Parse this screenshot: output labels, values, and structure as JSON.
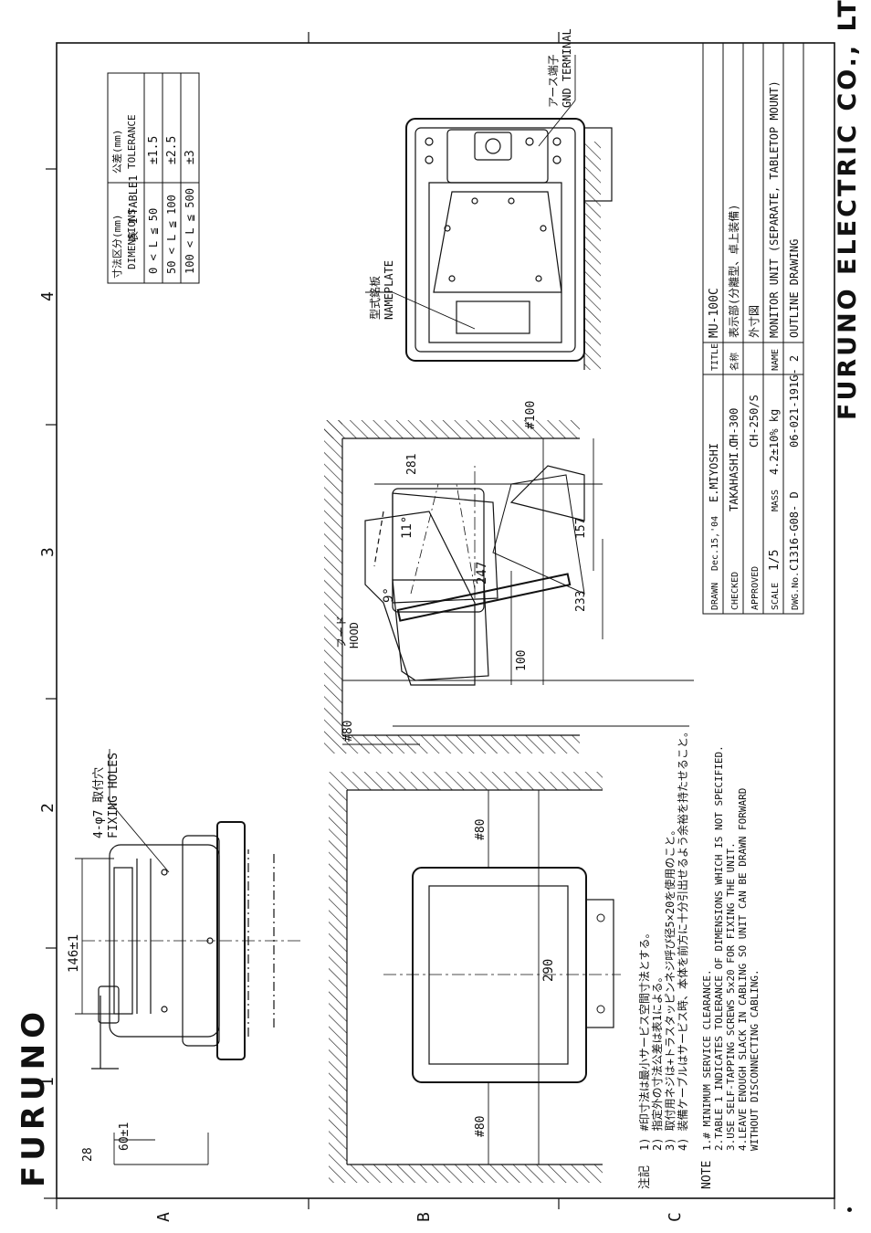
{
  "brand": {
    "logo": "FURUNO",
    "company": "FURUNO ELECTRIC CO., LTD."
  },
  "grid": {
    "columns": [
      "1",
      "2",
      "3",
      "4"
    ],
    "rows": [
      "A",
      "B",
      "C"
    ]
  },
  "tolerance_table": {
    "caption_jp": "表 1",
    "caption_en": "TABLE1",
    "col1_jp": "寸法区分(mm)",
    "col1_en": "DIMENSIONS",
    "col2_jp": "公差(mm)",
    "col2_en": "TOLERANCE",
    "rows": [
      {
        "range": "0 < L ≦ 50",
        "tol": "±1.5"
      },
      {
        "range": "50 < L ≦ 100",
        "tol": "±2.5"
      },
      {
        "range": "100 < L ≦ 500",
        "tol": "±3"
      }
    ]
  },
  "side_view": {
    "fixing_holes_jp": "4-φ7 取付穴",
    "fixing_holes_en": "FIXING HOLES",
    "dim_width": "146±1",
    "dim_28": "28",
    "dim_60": "60±1"
  },
  "front_view": {
    "dim_290": "290",
    "clear_left": "#80",
    "clear_right": "#80"
  },
  "side_install": {
    "dim_247": "247",
    "clear_80": "#80",
    "dim_100": "100",
    "dim_233": "233",
    "dim_157": "157",
    "dim_281": "281",
    "clear_100": "#100",
    "angle_11": "11°",
    "angle_9": "9°",
    "hood_jp": "フード",
    "hood_en": "HOOD"
  },
  "rear_view": {
    "nameplate_jp": "型式銘板",
    "nameplate_en": "NAMEPLATE",
    "gnd_jp": "アース端子",
    "gnd_en": "GND TERMINAL"
  },
  "notes_jp": {
    "label": "注記",
    "lines": [
      "1) #印寸法は最小サービス空間寸法とする。",
      "2) 指定外の寸法公差は表1による。",
      "3) 取付用ネジは+トラスタッピンネジ呼び径5×20を使用のこと。",
      "4) 装備ケーブルはサービス時、本体を前方に十分引出せるよう余裕を持たせること。"
    ]
  },
  "notes_en": {
    "label": "NOTE",
    "lines": [
      "1.# MINIMUM SERVICE CLEARANCE.",
      "2.TABLE 1 INDICATES TOLERANCE OF DIMENSIONS WHICH IS NOT SPECIFIED.",
      "3.USE SELF-TAPPING SCREWS 5x20 FOR FIXING THE UNIT.",
      "4.LEAVE ENOUGH SLACK IN CABLING SO UNIT CAN BE DRAWN FORWARD",
      "   WITHOUT DISCONNECTING CABLING."
    ]
  },
  "title_block": {
    "drawn_label": "DRAWN",
    "drawn_date": "Dec.15,'04",
    "drawn_name": "E.MIYOSHI",
    "checked_label": "CHECKED",
    "checked_name": "TAKAHASHI.T",
    "approved_label": "APPROVED",
    "scale_label": "SCALE",
    "scale": "1/5",
    "mass_label": "MASS",
    "mass": "4.2±10% kg",
    "dwg_label": "DWG.No.",
    "dwg_no": "C1316-G08- D",
    "ref_no": "06-021-191G- 2",
    "ch300": "CH-300",
    "ch250s": "CH-250/S",
    "title_label": "TITLE",
    "title": "MU-100C",
    "name_jp_label": "名称",
    "name_jp_1": "表示部(分離型、卓上装備)",
    "name_jp_2": "外寸図",
    "name_label": "NAME",
    "name_en_1": "MONITOR UNIT (SEPARATE, TABLETOP MOUNT)",
    "name_en_2": "OUTLINE DRAWING"
  }
}
